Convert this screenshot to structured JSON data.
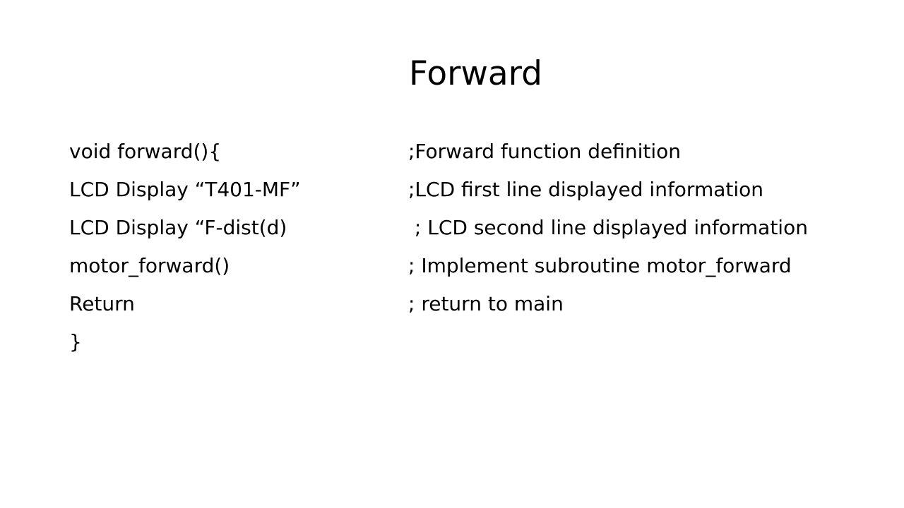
{
  "slide": {
    "title": "Forward",
    "lines": [
      {
        "code": "void forward(){",
        "comment": ";Forward function definition"
      },
      {
        "code": "LCD Display “T401-MF”",
        "comment": ";LCD first line displayed information"
      },
      {
        "code": "LCD Display “F-dist(d)",
        "comment": " ; LCD second line displayed information"
      },
      {
        "code": "motor_forward()",
        "comment": "; Implement subroutine motor_forward"
      },
      {
        "code": "Return",
        "comment": "; return to main"
      },
      {
        "code": "}",
        "comment": ""
      }
    ]
  }
}
